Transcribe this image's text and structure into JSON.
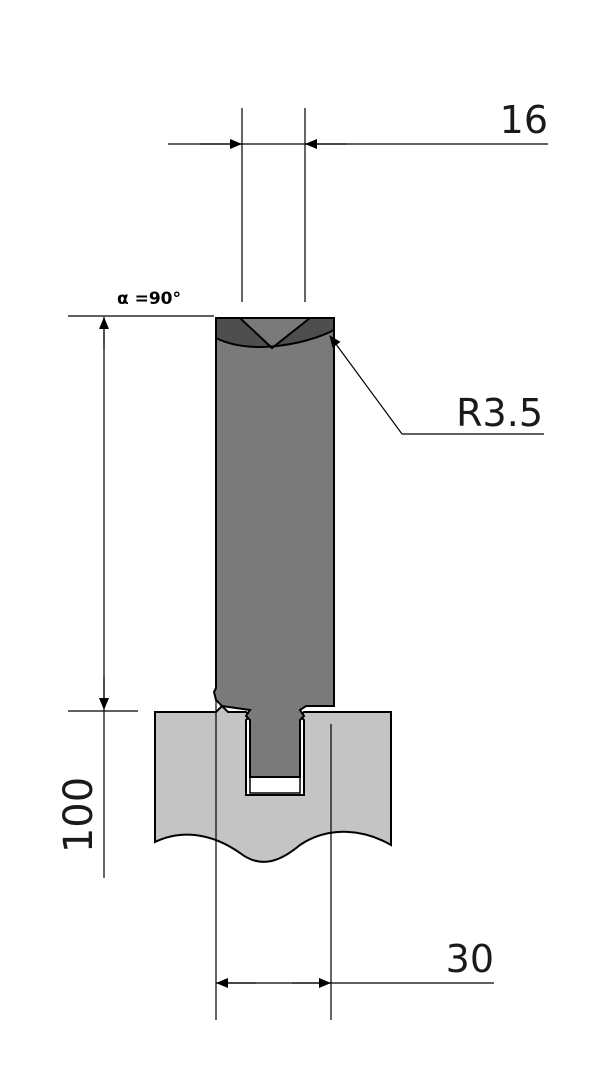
{
  "drawing": {
    "angle_label": "α =90°",
    "dimensions": {
      "top_width": "16",
      "radius": "R3.5",
      "height": "100",
      "bottom_width": "30"
    }
  },
  "colors": {
    "punch_body": "#7a7a7a",
    "punch_tip": "#4e4e4e",
    "holder": "#c4c4c4",
    "line": "#000000",
    "background": "#ffffff"
  }
}
